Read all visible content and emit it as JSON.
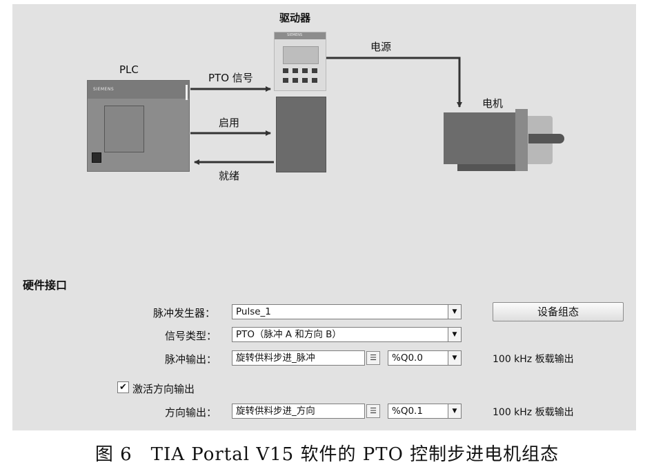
{
  "diagram": {
    "driver_label": "驱动器",
    "plc_label": "PLC",
    "pto_signal_label": "PTO 信号",
    "enable_label": "启用",
    "ready_label": "就绪",
    "power_label": "电源",
    "motor_label": "电机",
    "plc_brand": "SIEMENS",
    "driver_brand": "SIEMENS"
  },
  "hardware_interface": {
    "title": "硬件接口",
    "pulse_generator": {
      "label": "脉冲发生器：",
      "value": "Pulse_1"
    },
    "signal_type": {
      "label": "信号类型：",
      "value": "PTO（脉冲 A 和方向 B）"
    },
    "pulse_output": {
      "label": "脉冲输出：",
      "tag": "旋转供料步进_脉冲",
      "address": "%Q0.0",
      "note": "100 kHz 板载输出"
    },
    "activate_direction": {
      "label": "激活方向输出",
      "checked": true
    },
    "direction_output": {
      "label": "方向输出：",
      "tag": "旋转供料步进_方向",
      "address": "%Q0.1",
      "note": "100 kHz 板载输出"
    },
    "device_config_button": "设备组态"
  },
  "caption": "图 6　TIA Portal V15 软件的 PTO 控制步进电机组态"
}
